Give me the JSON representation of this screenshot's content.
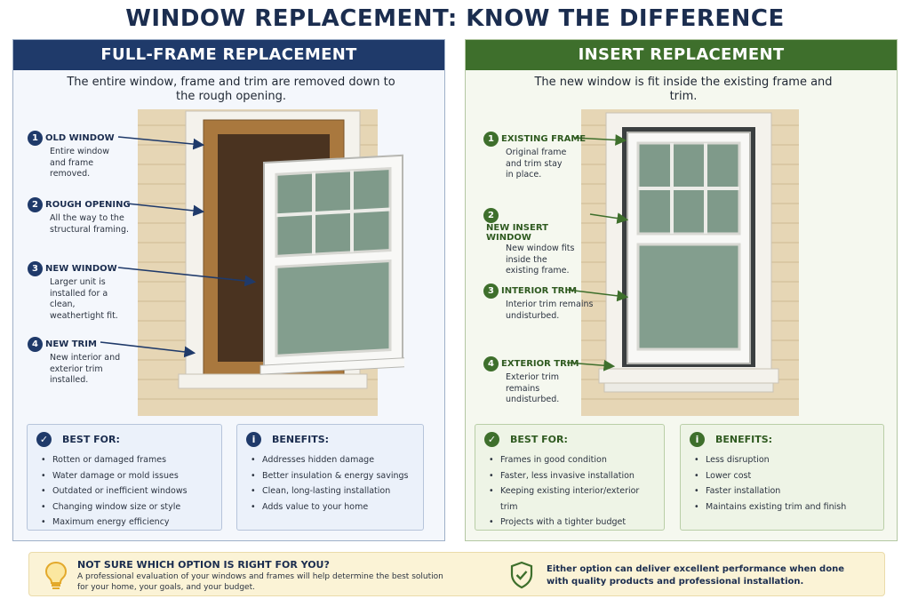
{
  "title": "WINDOW REPLACEMENT: KNOW THE DIFFERENCE",
  "left": {
    "header": "FULL-FRAME REPLACEMENT",
    "subtitle": "The entire window, frame and trim are removed down to the rough opening.",
    "callouts": [
      {
        "num": "1",
        "title": "OLD WINDOW",
        "desc": "Entire window and frame removed."
      },
      {
        "num": "2",
        "title": "ROUGH OPENING",
        "desc": "All the way to the structural framing."
      },
      {
        "num": "3",
        "title": "NEW WINDOW",
        "desc": "Larger unit is installed for a clean, weathertight fit."
      },
      {
        "num": "4",
        "title": "NEW TRIM",
        "desc": "New interior and exterior trim installed."
      }
    ],
    "best_for": {
      "title": "BEST FOR:",
      "items": [
        "Rotten or damaged frames",
        "Water damage or mold issues",
        "Outdated or inefficient windows",
        "Changing window size or style",
        "Maximum energy efficiency"
      ]
    },
    "benefits": {
      "title": "BENEFITS:",
      "items": [
        "Addresses hidden damage",
        "Better insulation & energy savings",
        "Clean, long-lasting installation",
        "Adds value to your home"
      ]
    }
  },
  "right": {
    "header": "INSERT REPLACEMENT",
    "subtitle": "The new window is fit inside the existing frame and trim.",
    "callouts": [
      {
        "num": "1",
        "title": "EXISTING FRAME",
        "desc": "Original frame and trim stay in place."
      },
      {
        "num": "2",
        "title": "NEW INSERT WINDOW",
        "desc": "New window fits inside the existing frame."
      },
      {
        "num": "3",
        "title": "INTERIOR TRIM",
        "desc": "Interior trim remains undisturbed."
      },
      {
        "num": "4",
        "title": "EXTERIOR TRIM",
        "desc": "Exterior trim remains undisturbed."
      }
    ],
    "best_for": {
      "title": "BEST FOR:",
      "items": [
        "Frames in good condition",
        "Faster, less invasive installation",
        "Keeping existing interior/exterior trim",
        "Projects with a tighter budget"
      ]
    },
    "benefits": {
      "title": "BENEFITS:",
      "items": [
        "Less disruption",
        "Lower cost",
        "Faster installation",
        "Maintains existing trim and finish"
      ]
    }
  },
  "footer": {
    "question": "NOT SURE WHICH OPTION IS RIGHT FOR YOU?",
    "desc": "A professional evaluation of your windows and frames will help determine the best solution for your home, your goals, and your budget.",
    "statement": "Either option can deliver excellent performance when done with quality products and professional installation."
  },
  "icons": {
    "callout_arrow_left": "arrow-icon",
    "callout_arrow_right": "arrow-icon",
    "best_for": "check-circle-icon",
    "benefits": "info-circle-icon",
    "footer_left": "lightbulb-icon",
    "footer_right": "shield-check-icon"
  },
  "colors": {
    "title": "#1b2d4f",
    "left_header": "#1f3a6a",
    "right_header": "#3e6f2c",
    "footer_bg": "#fbf3d6"
  }
}
